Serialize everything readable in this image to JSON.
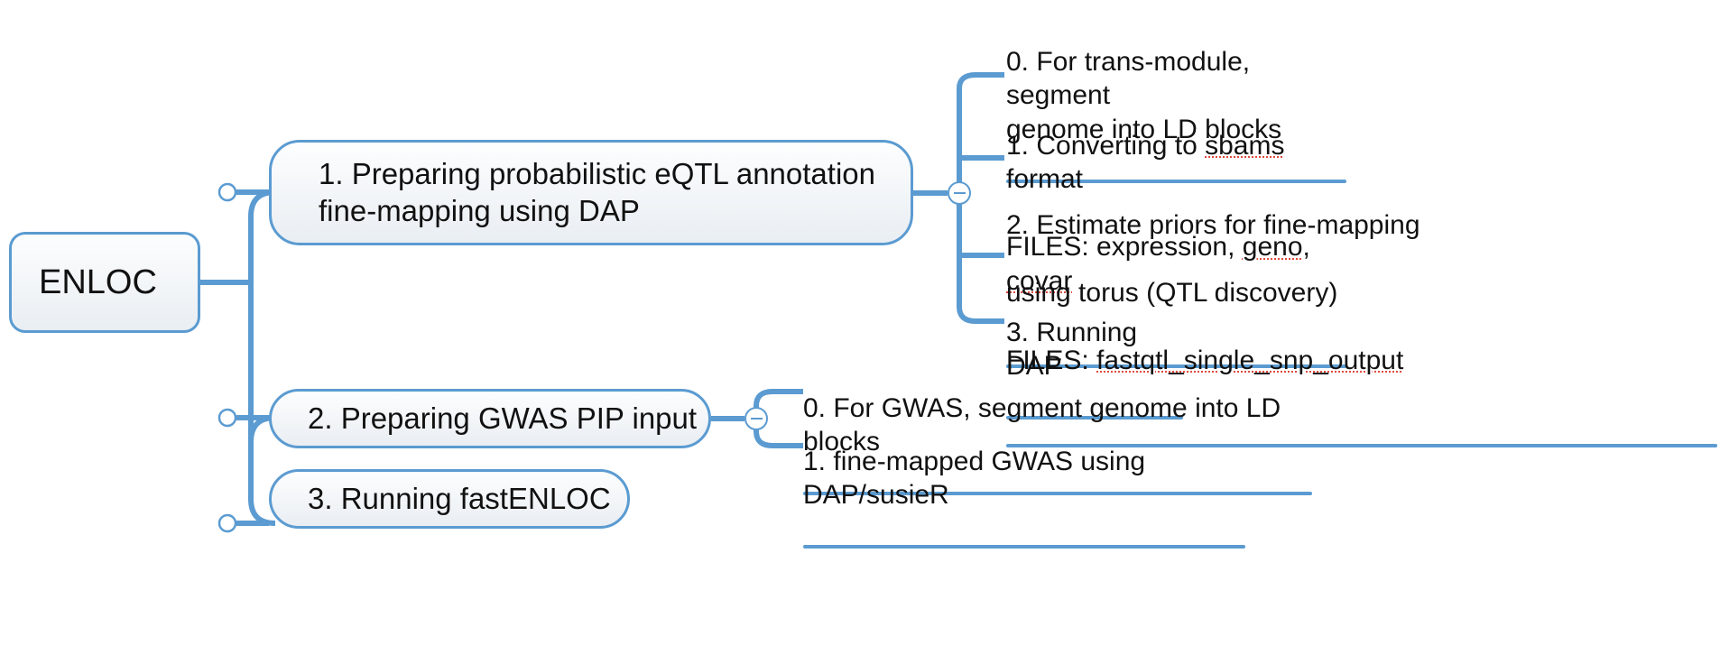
{
  "diagram": {
    "type": "mind-map",
    "title": "ENLOC",
    "accent_color": "#5b9bd1",
    "node_fill": "#f1f5f8",
    "text_color": "#111111",
    "background": "#ffffff",
    "spellcheck_underline_color": "#e04a3f"
  },
  "root": {
    "label": "ENLOC"
  },
  "branches": [
    {
      "id": "branch-1",
      "label": "1. Preparing probabilistic eQTL annotation\nfine-mapping using DAP",
      "toggle": {
        "state": "expanded",
        "glyph": "minus-icon"
      },
      "children": [
        {
          "id": "leaf-1-0",
          "label": "0. For trans-module, segment\ngenome into LD blocks",
          "spellcheck_words": []
        },
        {
          "id": "leaf-1-1",
          "line1_prefix": "1. Converting to ",
          "line1_flagged": "sbams",
          "line1_suffix": " format",
          "line2_prefix": "FILES: expression, ",
          "line2_flagged_a": "geno",
          "line2_mid": ", ",
          "line2_flagged_b": "covar",
          "label": "1. Converting to sbams format\nFILES: expression, geno, covar",
          "spellcheck_words": [
            "sbams",
            "geno",
            "covar"
          ]
        },
        {
          "id": "leaf-1-2",
          "line1": "2. Estimate priors for fine-mapping",
          "line2": "using torus (QTL discovery)",
          "line3_prefix": "FILES: ",
          "line3_flagged": "fastqtl_single_snp_output",
          "label": "2. Estimate priors for fine-mapping\nusing torus (QTL discovery)\nFILES: fastqtl_single_snp_output",
          "spellcheck_words": [
            "fastqtl_single_snp_output"
          ]
        },
        {
          "id": "leaf-1-3",
          "label": "3. Running DAP",
          "spellcheck_words": []
        }
      ]
    },
    {
      "id": "branch-2",
      "label": "2. Preparing GWAS PIP input",
      "toggle": {
        "state": "expanded",
        "glyph": "minus-icon"
      },
      "children": [
        {
          "id": "leaf-2-0",
          "label": "0. For GWAS, segment genome into LD blocks",
          "spellcheck_words": []
        },
        {
          "id": "leaf-2-1",
          "label": "1. fine-mapped GWAS using DAP/susieR",
          "spellcheck_words": []
        }
      ]
    },
    {
      "id": "branch-3",
      "label": "3. Running fastENLOC",
      "toggle": null,
      "children": []
    }
  ]
}
